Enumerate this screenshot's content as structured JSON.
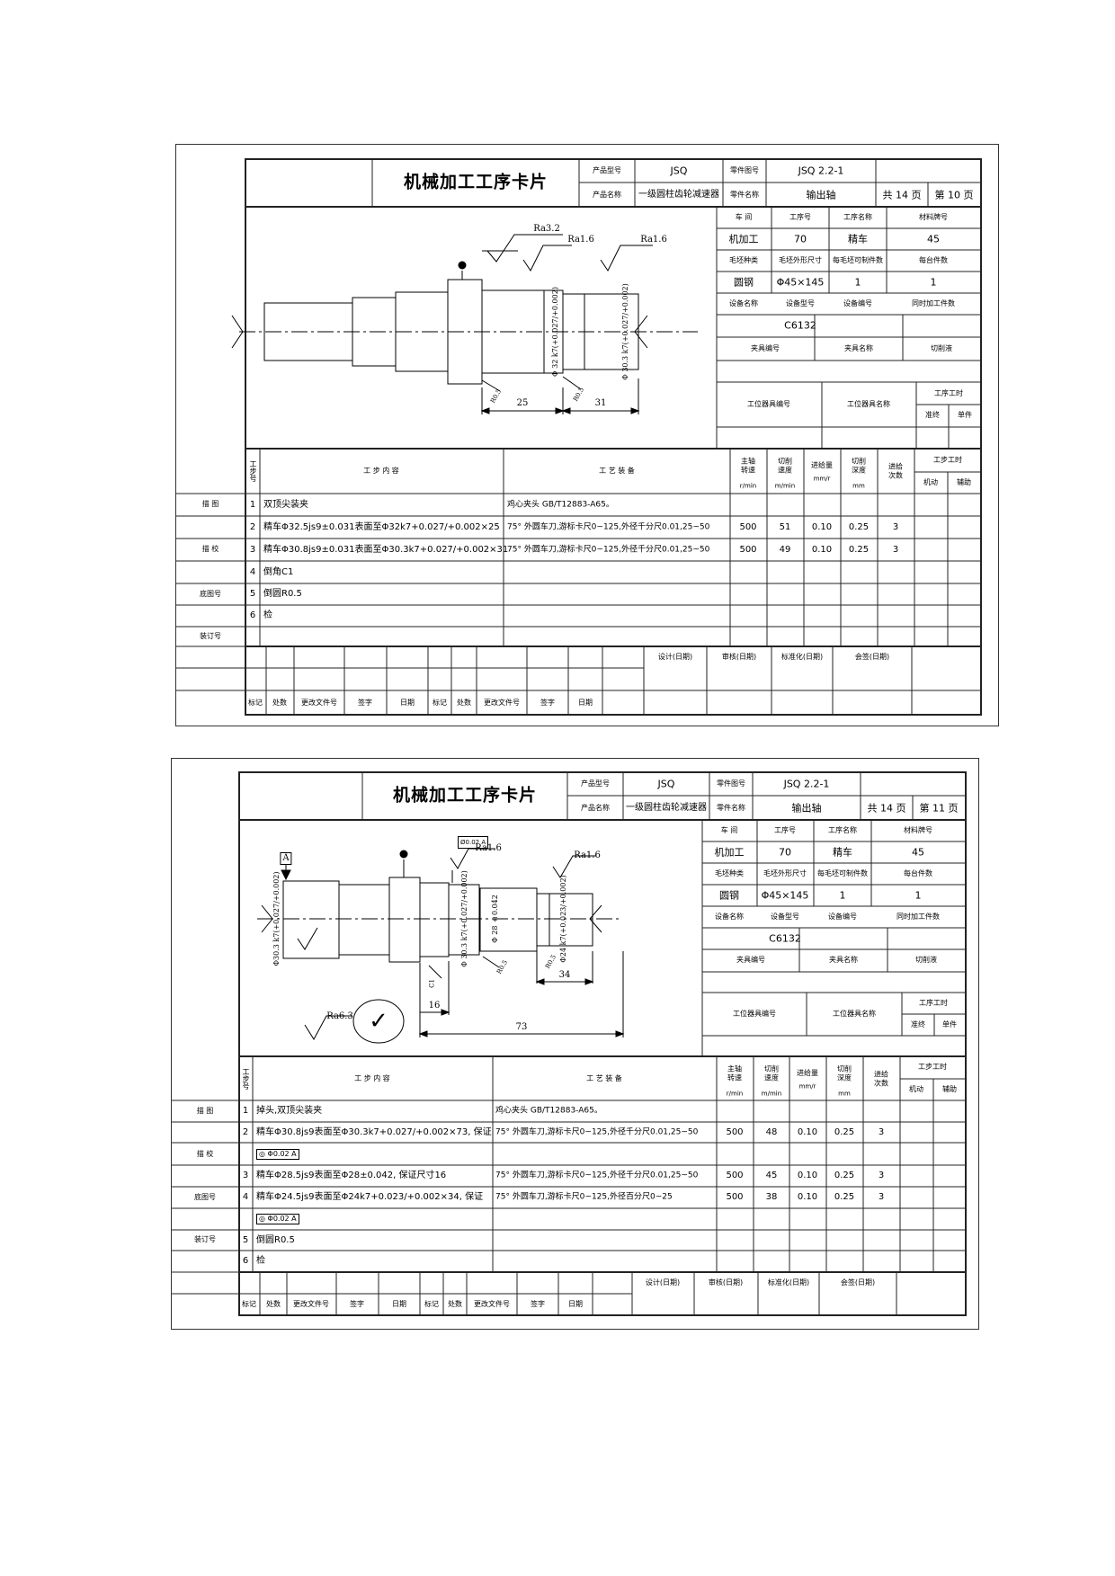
{
  "header_labels": {
    "product_model": "产品型号",
    "product_name": "产品名称",
    "part_drawing_no": "零件图号",
    "part_name": "零件名称",
    "workshop": "车 间",
    "op_no": "工序号",
    "op_name": "工序名称",
    "material": "材料牌号",
    "blank_type": "毛坯种类",
    "blank_size": "毛坯外形尺寸",
    "blanks_per": "每毛坯可制件数",
    "parts_per_unit": "每台件数",
    "equip_name": "设备名称",
    "equip_model": "设备型号",
    "equip_no": "设备编号",
    "simul_parts": "同时加工件数",
    "fixture_no": "夹具编号",
    "fixture_name": "夹具名称",
    "coolant": "切削液",
    "station_tool_no": "工位器具编号",
    "station_tool_name": "工位器具名称",
    "op_hours": "工序工时",
    "prep": "准终",
    "unit": "单件",
    "step_no": "工步号",
    "step_content": "工 步 内 容",
    "process_equip": "工 艺 装 备",
    "spindle_speed": "主轴转速",
    "spindle_unit": "r/min",
    "cut_speed": "切削速度",
    "cut_speed_unit": "m/min",
    "feed": "进给量",
    "feed_unit": "mm/r",
    "cut_depth": "切削深度",
    "depth_unit": "mm",
    "passes": "进给次数",
    "step_hours": "工步工时",
    "machine": "机动",
    "aux": "辅助",
    "designed": "设计(日期)",
    "reviewed": "审核(日期)",
    "standardized": "标准化(日期)",
    "countersigned": "会签(日期)",
    "sig_mark": "标记",
    "sig_count": "处数",
    "sig_doc": "更改文件号",
    "sig_sign": "签字",
    "sig_date": "日期",
    "side_trace": "描 图",
    "side_check": "描 校",
    "side_base": "底图号",
    "side_bind": "装订号"
  },
  "cards": [
    {
      "title": "机械加工工序卡片",
      "product_model": "JSQ",
      "product_name": "一级圆柱齿轮减速器",
      "part_drawing_no": "JSQ 2.2-1",
      "part_name": "输出轴",
      "total_pages": "共 14 页",
      "page": "第 10 页",
      "workshop": "机加工",
      "op_no": "70",
      "op_name": "精车",
      "material": "45",
      "blank_type": "圆钢",
      "blank_size": "Φ45×145",
      "blanks_per": "1",
      "parts_per_unit": "1",
      "equip_model": "C6132",
      "drawing": {
        "ra1": "Ra3.2",
        "ra2": "Ra1.6",
        "ra3": "Ra1.6",
        "dia1": "Φ 32 k7(+0.027/+0.002)",
        "dia2": "Φ 30.3 k7(+0.027/+0.002)",
        "len1": "25",
        "len2": "31",
        "rad": "R0.5"
      },
      "steps": [
        {
          "no": "1",
          "content": "双顶尖装夹",
          "equip": "鸡心夹头 GB/T12883-A65。",
          "speed": "",
          "vc": "",
          "feed": "",
          "ap": "",
          "passes": ""
        },
        {
          "no": "2",
          "content": "精车Φ32.5js9±0.031表面至Φ32k7+0.027/+0.002×25",
          "equip": "75° 外圆车刀,游标卡尺0~125,外径千分尺0.01,25~50",
          "speed": "500",
          "vc": "51",
          "feed": "0.10",
          "ap": "0.25",
          "passes": "3"
        },
        {
          "no": "3",
          "content": "精车Φ30.8js9±0.031表面至Φ30.3k7+0.027/+0.002×31",
          "equip": "75° 外圆车刀,游标卡尺0~125,外径千分尺0.01,25~50",
          "speed": "500",
          "vc": "49",
          "feed": "0.10",
          "ap": "0.25",
          "passes": "3"
        },
        {
          "no": "4",
          "content": "倒角C1",
          "equip": "",
          "speed": "",
          "vc": "",
          "feed": "",
          "ap": "",
          "passes": ""
        },
        {
          "no": "5",
          "content": "倒圆R0.5",
          "equip": "",
          "speed": "",
          "vc": "",
          "feed": "",
          "ap": "",
          "passes": ""
        },
        {
          "no": "6",
          "content": "检",
          "equip": "",
          "speed": "",
          "vc": "",
          "feed": "",
          "ap": "",
          "passes": ""
        }
      ]
    },
    {
      "title": "机械加工工序卡片",
      "product_model": "JSQ",
      "product_name": "一级圆柱齿轮减速器",
      "part_drawing_no": "JSQ 2.2-1",
      "part_name": "输出轴",
      "total_pages": "共 14 页",
      "page": "第 11 页",
      "workshop": "机加工",
      "op_no": "70",
      "op_name": "精车",
      "material": "45",
      "blank_type": "圆钢",
      "blank_size": "Φ45×145",
      "blanks_per": "1",
      "parts_per_unit": "1",
      "equip_model": "C6132",
      "drawing": {
        "datum": "A",
        "tol_frame": "Ø0.02 A",
        "ra1": "Ra1.6",
        "ra2": "Ra1.6",
        "ra_gen": "Ra6.3",
        "dia1": "Φ30.3 k7(+0.027/+0.002)",
        "dia2": "Φ 30.3 k7(+0.027/+0.002)",
        "dia3": "Φ 28 ±0.042",
        "dia4": "Φ24 k7(+0.023/+0.002)",
        "len1": "34",
        "len2": "16",
        "len3": "73",
        "rad": "R0.5",
        "c": "C1",
        "check": "✓"
      },
      "steps": [
        {
          "no": "1",
          "content": "掉头,双顶尖装夹",
          "equip": "鸡心夹头 GB/T12883-A65。",
          "speed": "",
          "vc": "",
          "feed": "",
          "ap": "",
          "passes": ""
        },
        {
          "no": "2",
          "content": "精车Φ30.8js9表面至Φ30.3k7+0.027/+0.002×73, 保证",
          "equip": "75° 外圆车刀,游标卡尺0~125,外径千分尺0.01,25~50",
          "speed": "500",
          "vc": "48",
          "feed": "0.10",
          "ap": "0.25",
          "passes": "3"
        },
        {
          "no": "",
          "content": "◎ Φ0.02 A",
          "equip": "",
          "speed": "",
          "vc": "",
          "feed": "",
          "ap": "",
          "passes": ""
        },
        {
          "no": "3",
          "content": "精车Φ28.5js9表面至Φ28±0.042, 保证尺寸16",
          "equip": "75° 外圆车刀,游标卡尺0~125,外径千分尺0.01,25~50",
          "speed": "500",
          "vc": "45",
          "feed": "0.10",
          "ap": "0.25",
          "passes": "3"
        },
        {
          "no": "4",
          "content": "精车Φ24.5js9表面至Φ24k7+0.023/+0.002×34, 保证",
          "equip": "75° 外圆车刀,游标卡尺0~125,外径百分尺0~25",
          "speed": "500",
          "vc": "38",
          "feed": "0.10",
          "ap": "0.25",
          "passes": "3"
        },
        {
          "no": "",
          "content": "◎ Φ0.02 A",
          "equip": "",
          "speed": "",
          "vc": "",
          "feed": "",
          "ap": "",
          "passes": ""
        },
        {
          "no": "5",
          "content": "倒圆R0.5",
          "equip": "",
          "speed": "",
          "vc": "",
          "feed": "",
          "ap": "",
          "passes": ""
        },
        {
          "no": "6",
          "content": "检",
          "equip": "",
          "speed": "",
          "vc": "",
          "feed": "",
          "ap": "",
          "passes": ""
        }
      ]
    }
  ]
}
